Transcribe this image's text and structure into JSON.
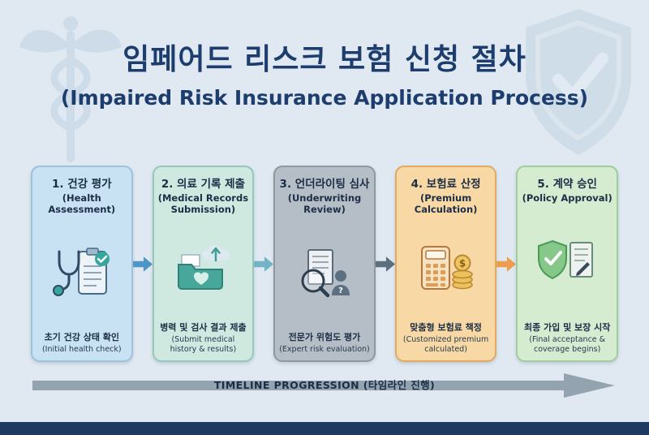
{
  "header": {
    "title_ko": "임페어드 리스크 보험 신청 절차",
    "title_en": "(Impaired Risk Insurance Application Process)"
  },
  "steps": [
    {
      "title_ko": "1. 건강 평가",
      "title_en": "(Health Assessment)",
      "desc_ko": "초기 건강 상태 확인",
      "desc_en": "(Initial health check)",
      "icon": "stethoscope-clipboard-icon",
      "colors": {
        "bg": "#c8e1f3",
        "border": "#9cc2dd"
      }
    },
    {
      "title_ko": "2. 의료 기록 제출",
      "title_en": "(Medical Records Submission)",
      "desc_ko": "병력 및 검사 결과 제출",
      "desc_en": "(Submit medical history & results)",
      "icon": "folder-cloud-upload-icon",
      "colors": {
        "bg": "#cfe9e1",
        "border": "#95c8bb"
      }
    },
    {
      "title_ko": "3. 언더라이팅 심사",
      "title_en": "(Underwriting Review)",
      "desc_ko": "전문가 위험도 평가",
      "desc_en": "(Expert risk evaluation)",
      "icon": "magnifier-document-icon",
      "colors": {
        "bg": "#b5bec6",
        "border": "#8d98a1"
      }
    },
    {
      "title_ko": "4. 보험료 산정",
      "title_en": "(Premium Calculation)",
      "desc_ko": "맞춤형 보험료 책정",
      "desc_en": "(Customized premium calculated)",
      "icon": "calculator-coins-icon",
      "colors": {
        "bg": "#f8d8a5",
        "border": "#e2aa61"
      }
    },
    {
      "title_ko": "5. 계약 승인",
      "title_en": "(Policy Approval)",
      "desc_ko": "최종 가입 및 보장 시작",
      "desc_en": "(Final acceptance & coverage begins)",
      "icon": "shield-check-document-icon",
      "colors": {
        "bg": "#d6ecd1",
        "border": "#a0cc9e"
      }
    }
  ],
  "arrows": [
    "#4e96c8",
    "#72b3c5",
    "#5c6f7e",
    "#ee9c4e"
  ],
  "timeline": {
    "label": "TIMELINE PROGRESSION (타임라인 진행)"
  },
  "colors": {
    "background": "#e0e9f1",
    "title": "#1c3d6e",
    "timeline_arrow": "#94a3b0",
    "footer_bar": "#1e3a60"
  }
}
